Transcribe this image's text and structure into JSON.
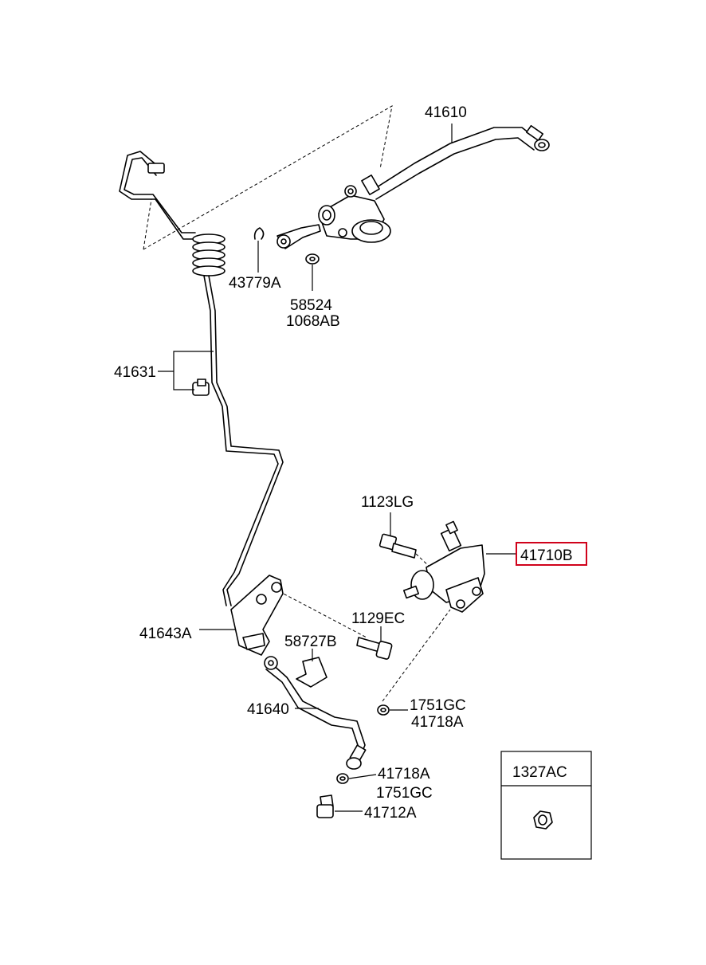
{
  "labels": {
    "p41610": "41610",
    "p43779A": "43779A",
    "p58524": "58524",
    "p1068AB": "1068AB",
    "p41631": "41631",
    "p1123LG": "1123LG",
    "p41710B": "41710B",
    "p1129EC": "1129EC",
    "p41643A": "41643A",
    "p58727B": "58727B",
    "p41640": "41640",
    "p1751GC_a": "1751GC",
    "p41718A_a": "41718A",
    "p41718A_b": "41718A",
    "p1751GC_b": "1751GC",
    "p41712A": "41712A",
    "p1327AC": "1327AC"
  },
  "highlight_color": "#d0021b"
}
